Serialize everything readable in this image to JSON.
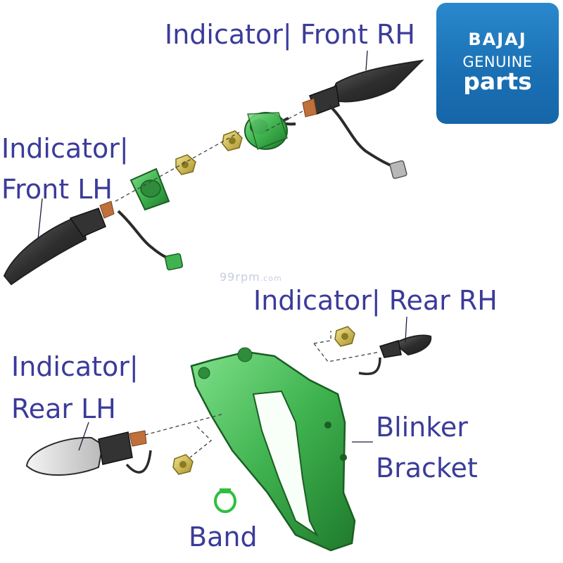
{
  "labels": {
    "front_rh": "Indicator| Front RH",
    "front_lh_line1": "Indicator|",
    "front_lh_line2": "Front LH",
    "rear_rh": "Indicator| Rear RH",
    "rear_lh_line1": "Indicator|",
    "rear_lh_line2": "Rear LH",
    "blinker_line1": "Blinker",
    "blinker_line2": "Bracket",
    "band": "Band"
  },
  "logo": {
    "brand": "BAJAJ",
    "genuine": "GENUINE",
    "parts": "parts"
  },
  "watermark": {
    "site": "99rpm",
    "tld": ".com"
  },
  "colors": {
    "label_text": "#3b3b9a",
    "logo_blue": "#1a6fb3",
    "bracket_green": "#3fb34f",
    "nut_gold": "#c9b84a",
    "indicator_dark": "#3a3a3a"
  }
}
